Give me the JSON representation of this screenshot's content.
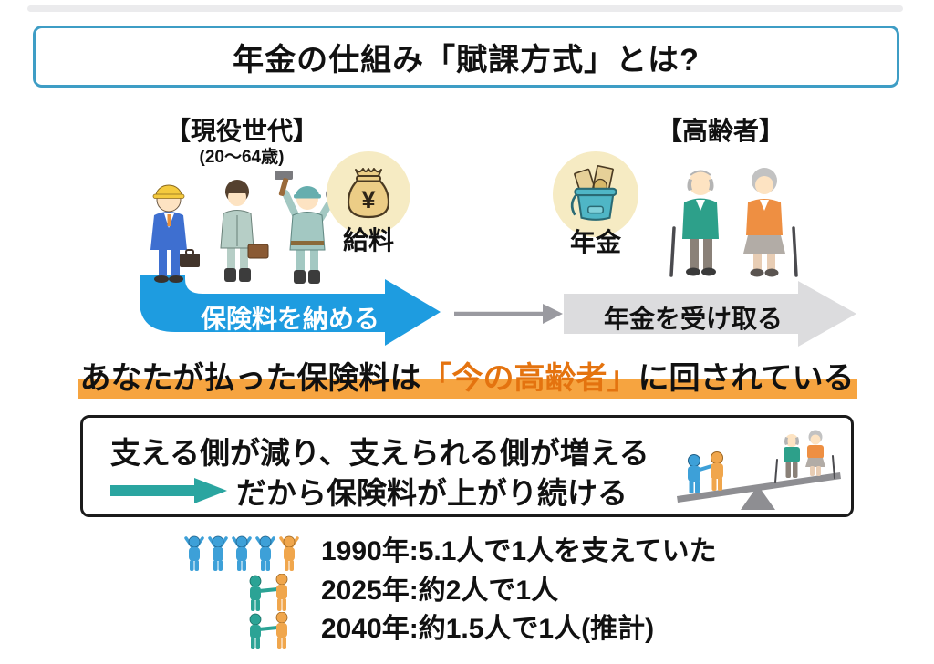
{
  "title": "年金の仕組み「賦課方式」とは?",
  "workers_section": {
    "heading": "【現役世代】",
    "age_range": "(20〜64歳)",
    "salary_label": "給料",
    "currency_symbol": "¥"
  },
  "seniors_section": {
    "heading": "【高齢者】",
    "pension_label": "年金"
  },
  "flow": {
    "pay_label": "保険料を納める",
    "receive_label": "年金を受け取る"
  },
  "headline": {
    "prefix": "あなたが払った保険料は",
    "emphasis": "「今の高齢者」",
    "suffix": "に回されている"
  },
  "summary_box": {
    "line1": "支える側が減り、支えられる側が増える",
    "line2": "だから保険料が上がり続ける"
  },
  "stats": [
    {
      "icon": "five-supporters-icon",
      "label": "1990年:5.1人で1人を支えていた"
    },
    {
      "icon": "pair-supporters-icon",
      "label": "2025年:約2人で1人"
    },
    {
      "icon": "pair-supporters-icon",
      "label": "2040年:約1.5人で1人(推計)"
    }
  ],
  "colors": {
    "accent_blue": "#1e9ce0",
    "title_border": "#3e9dc5",
    "highlight_orange": "#f6a440",
    "emphasis_orange": "#e4730f",
    "teal_arrow": "#2aa5a0",
    "arrow_gray": "#dcdcde",
    "connector_gray": "#9a9aa0",
    "stat_blue": "#3da0d8",
    "stat_teal": "#2ba395",
    "stat_orange": "#f0a64c"
  }
}
